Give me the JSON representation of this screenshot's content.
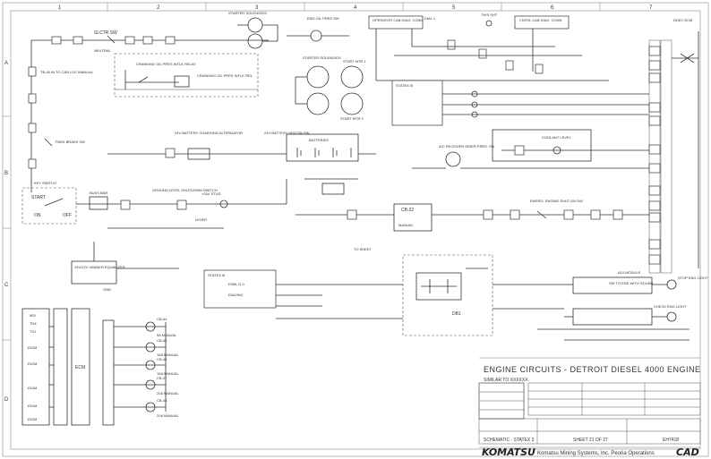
{
  "grid": {
    "columns": [
      "1",
      "2",
      "3",
      "4",
      "5",
      "6",
      "7"
    ],
    "rows": [
      "A",
      "B",
      "C",
      "D"
    ]
  },
  "labels": {
    "starter_solenoids_top": "STARTER SOLENOIDS",
    "eng_oil_pres_sw": "ENG OIL PRES SW",
    "operator_cab_diag": "OPERATOR CAB DIAG. CONN",
    "this_shet": "THIS SHT",
    "cntrl_cab_diag": "CNTRL CAB DIAG. CONN",
    "ddec_ecm": "DDEC ECM",
    "dial": "DIAL 1",
    "slctr_sw": "SLCTR SW",
    "neutral": "NEUTRAL",
    "to_cab_sh": "TB-45 IN TO CAB LOC MANUAL",
    "cranking_pres": "CRANKING OIL PRES INTLK RELAY",
    "cranking_pres2": "CRANKING OIL PRES INTLK REL",
    "starter_solenoids": "STARTER SOLENOIDS",
    "start_mtr1": "START MTR 1",
    "start_mtr2": "START MTR 2",
    "statex3": "STATEX III",
    "park_brake": "PARK BRAKE SW",
    "battery_charging": "24V BATTERY CHARGING ALTERNATOR",
    "battery_disc": "24V BATTERY DISCON SW",
    "batteries": "BATTERIES",
    "coolant_level": "COOLANT LEVEL",
    "ac_receiver": "A/C RECEIVER DRIER PRES. SW",
    "key_switch": "KEY SWITCH",
    "start": "START",
    "on": "ON",
    "off": "OFF",
    "bus_bar": "BUSS BAR",
    "ground_level": "GROUND LEVEL SHUTDOWN SWITCH",
    "stud_24v": "+24V STUD",
    "lever": "LEVER",
    "emerg_eng_shut": "EMERG. ENGINE SHUT DN SW",
    "cb22": "CB-22",
    "manual": "MANUAL",
    "vanner": "24V/12V VANNER EQUALIZER",
    "gnd": "GND",
    "statex3b": "STATEX III",
    "enable": "ENBL D 0",
    "enginc": "ENG/INC",
    "db1": "DB1",
    "a10_module": "A10 MODULE",
    "sw_to_end": "SW TO END WITH SOUND",
    "stop_eng": "STOP ENG LIGHT",
    "check_eng": "CHECK ENG LIGHT",
    "ecm": "ECM",
    "to_sheet": "TO SHEET"
  },
  "title_block": {
    "title": "ENGINE CIRCUITS - DETROIT DIESEL 4000 ENGINE",
    "subtitle": "SIMILAR TO XXXXXX",
    "company_logo": "KOMATSU",
    "company": "Komatsu Mining Systems, Inc.   Peoria Operations",
    "cad": "CAD",
    "schematic": "SCHEMATIC - STATEX 3",
    "sheet": "SHEET 21 OF 27",
    "dwg_no": "EH7418"
  },
  "cb_labels": [
    "CB-44",
    "5A MANUAL",
    "CB-45",
    "15A MANUAL",
    "CB-46",
    "15A MANUAL",
    "CB-47",
    "20A MANUAL",
    "CB-48",
    "20A MANUAL"
  ],
  "connector_pins": [
    "953",
    "TD4",
    "TS1",
    "1SGM",
    "1SGM",
    "1SGM",
    "1SGM",
    "1SGM"
  ]
}
